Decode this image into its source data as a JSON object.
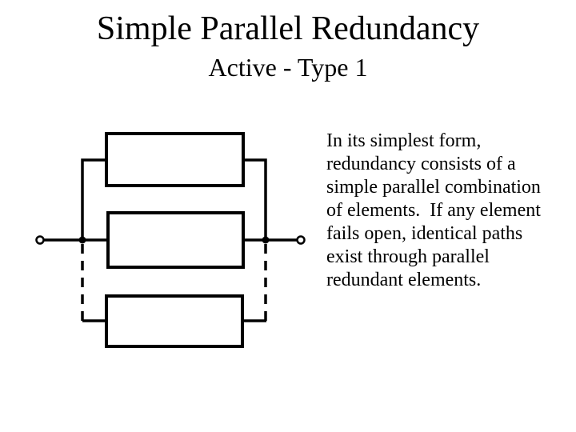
{
  "slide": {
    "title": "Simple Parallel Redundancy",
    "subtitle": "Active - Type 1",
    "background_color": "#ffffff",
    "text_color": "#000000"
  },
  "description": {
    "full_text": "In its simplest form, redundancy consists of a simple parallel combination of elements.  If any element fails open, identical paths exist through parallel redundant elements.",
    "lines": [
      "In its simplest form,",
      "redundancy consists of a",
      "simple parallel combination",
      "of elements.  If any element",
      "fails open, identical paths",
      "exist through parallel",
      "redundant elements."
    ]
  },
  "diagram": {
    "kind": "parallel-redundancy-block-diagram",
    "element_count": 3,
    "line_color": "#000000",
    "box_fill": "#ffffff",
    "redundant_path_style": "dashed"
  }
}
